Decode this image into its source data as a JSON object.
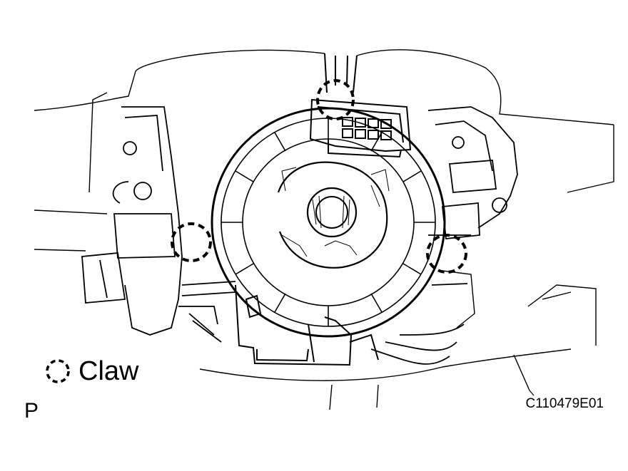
{
  "legend": {
    "symbol": "dashed-circle",
    "label": "Claw"
  },
  "figure_id": "C110479E01",
  "view_letter": "P",
  "claw_markers": 3,
  "colors": {
    "line": "#000000",
    "background": "#ffffff"
  }
}
